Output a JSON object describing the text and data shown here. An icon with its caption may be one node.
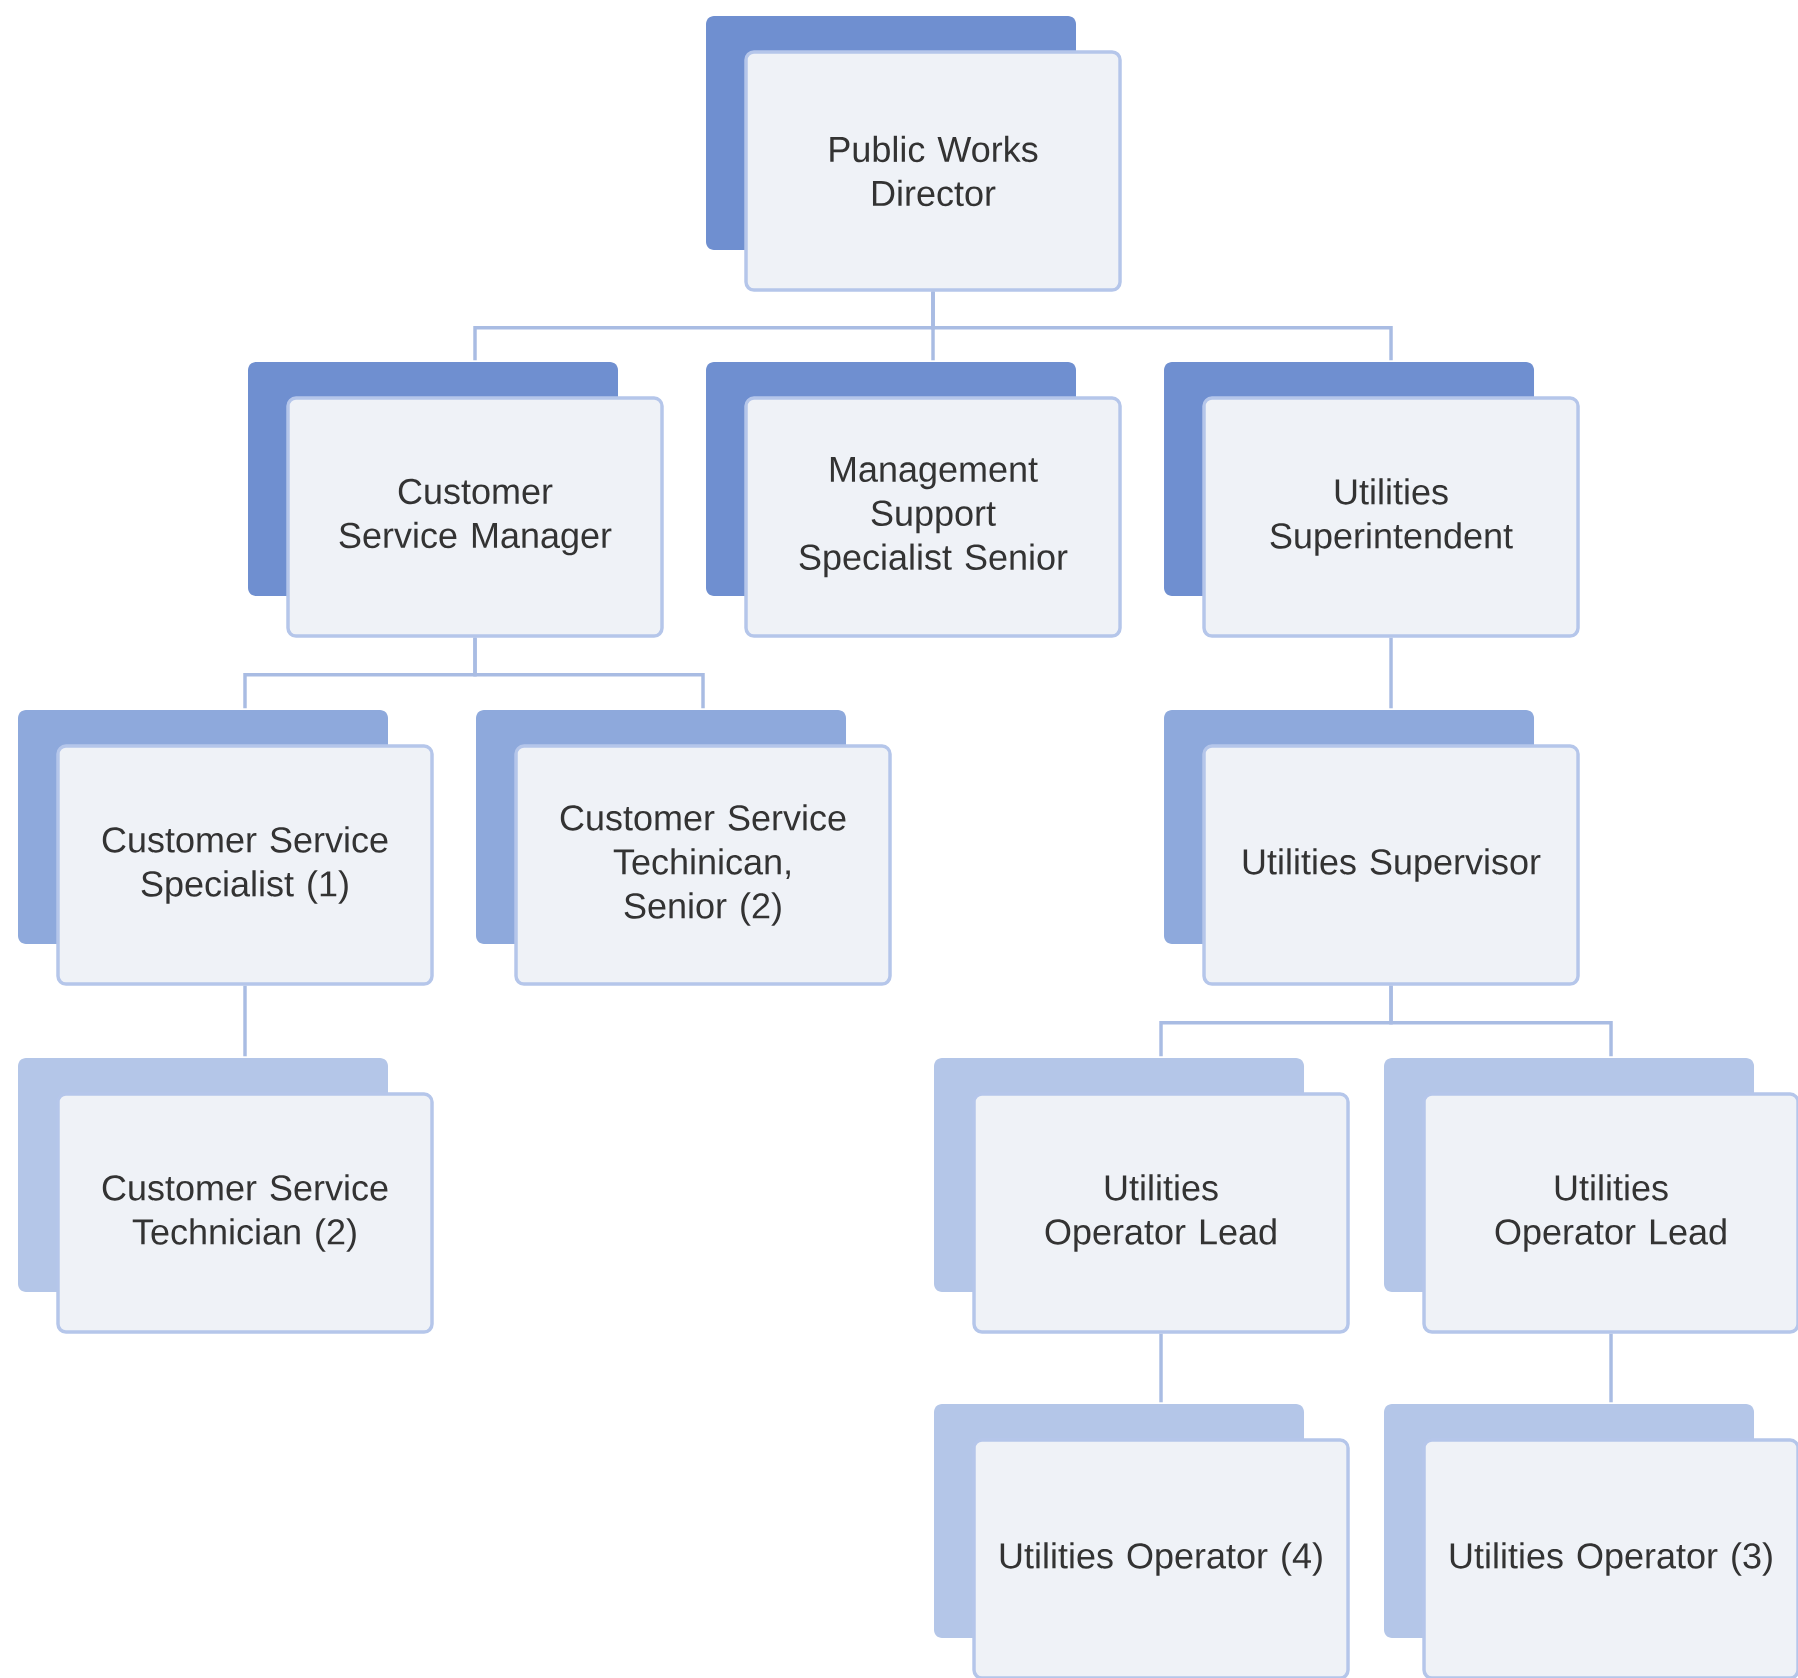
{
  "diagram": {
    "nodes": [
      {
        "text": [
          "Public Works Director"
        ]
      },
      {
        "text": [
          "Customer Service Manager"
        ]
      },
      {
        "text": [
          "Management Support Specialist Senior"
        ]
      },
      {
        "text": [
          "Utilities Superintendent"
        ]
      },
      {
        "text": [
          "Customer Service Specialist (1)"
        ]
      },
      {
        "text": [
          "Customer Service Techinican, Senior (2)"
        ]
      },
      {
        "text": [
          "Utilities Supervisor"
        ]
      },
      {
        "text": [
          "Customer Service Technician (2)"
        ]
      },
      {
        "text": [
          "Utilities Operator Lead"
        ]
      },
      {
        "text": [
          "Utilities Operator Lead"
        ]
      },
      {
        "text": [
          "Utilities Operator (4)"
        ]
      },
      {
        "text": [
          "Utilities Operator (3)"
        ]
      }
    ],
    "edges": [
      {
        "from": 0,
        "to": 1,
        "arrow": "none"
      },
      {
        "from": 0,
        "to": 2,
        "arrow": "none"
      },
      {
        "from": 0,
        "to": 3,
        "arrow": "none"
      },
      {
        "from": 1,
        "to": 4,
        "arrow": "none"
      },
      {
        "from": 1,
        "to": 5,
        "arrow": "none"
      },
      {
        "from": 3,
        "to": 6,
        "arrow": "none"
      },
      {
        "from": 4,
        "to": 7,
        "arrow": "none"
      },
      {
        "from": 6,
        "to": 8,
        "arrow": "none"
      },
      {
        "from": 6,
        "to": 9,
        "arrow": "none"
      },
      {
        "from": 8,
        "to": 10,
        "arrow": "none"
      },
      {
        "from": 9,
        "to": 11,
        "arrow": "none"
      }
    ]
  }
}
